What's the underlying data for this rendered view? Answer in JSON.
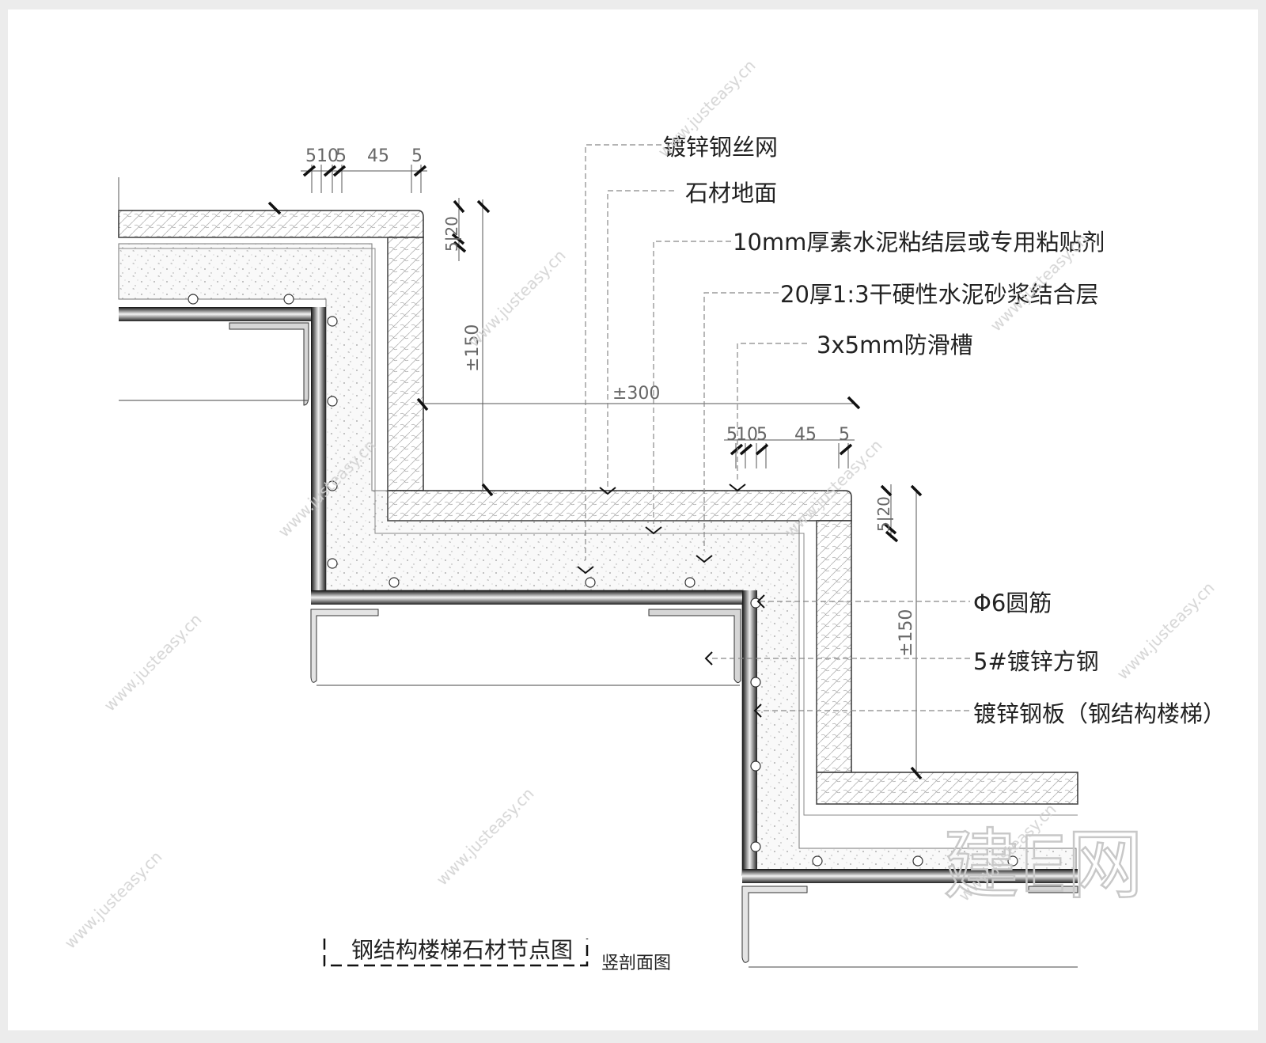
{
  "colors": {
    "background": "#ececec",
    "paper": "#ffffff",
    "line": "#222222",
    "leader": "#888888",
    "watermark": "#cfcfcf"
  },
  "dimensions": {
    "top_step": {
      "a": "5",
      "b": "10",
      "c": "5",
      "d": "45",
      "e": "5",
      "thickness": "5|20"
    },
    "mid_step": {
      "a": "5",
      "b": "10",
      "c": "5",
      "d": "45",
      "e": "5",
      "thickness": "5|20"
    },
    "riser_upper": "±150",
    "riser_lower": "±150",
    "tread": "±300"
  },
  "callouts": [
    {
      "label": "镀锌钢丝网"
    },
    {
      "label": "石材地面"
    },
    {
      "label": "10mm厚素水泥粘结层或专用粘贴剂"
    },
    {
      "label": "20厚1:3干硬性水泥砂浆结合层"
    },
    {
      "label": "3x5mm防滑槽"
    },
    {
      "label": "Φ6圆筋"
    },
    {
      "label": "5#镀锌方钢"
    },
    {
      "label": "镀锌钢板（钢结构楼梯）"
    }
  ],
  "title_block": {
    "title": "钢结构楼梯石材节点图",
    "subtitle": "竖剖面图"
  },
  "watermark": {
    "logo": "建E网",
    "url": "www.justeasy.cn"
  }
}
